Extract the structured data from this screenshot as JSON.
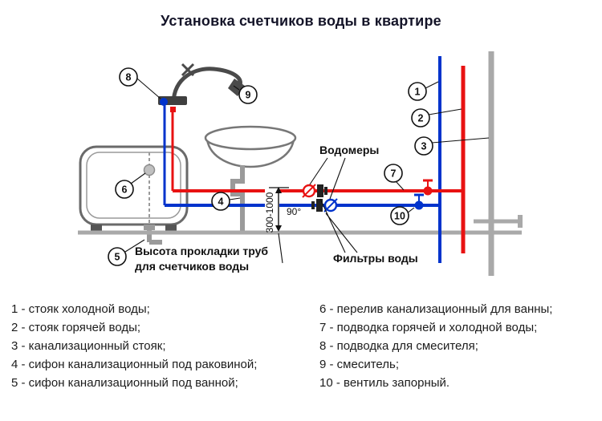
{
  "title": "Установка счетчиков воды в квартире",
  "diagram": {
    "labels": {
      "water_meters": "Водомеры",
      "water_filters": "Фильтры воды",
      "pipe_height_line1": "Высота прокладки труб",
      "pipe_height_line2": "для счетчиков воды",
      "dimension": "300-1000",
      "angle": "90°"
    },
    "callouts": [
      "1",
      "2",
      "3",
      "4",
      "5",
      "6",
      "7",
      "8",
      "9",
      "10"
    ]
  },
  "legend": {
    "left": [
      "1 - стояк холодной воды;",
      "2 - стояк горячей воды;",
      "3 - канализационный стояк;",
      "4 - сифон канализационный под раковиной;",
      "5 - сифон канализационный под ванной;"
    ],
    "right": [
      "6 - перелив канализационный для ванны;",
      "7 - подводка горячей и холодной воды;",
      "8 - подводка для смесителя;",
      "9 - смеситель;",
      "10 - вентиль запорный."
    ]
  },
  "colors": {
    "cold_water": "#0033cc",
    "hot_water": "#e81212",
    "sewer": "#a9a9a9"
  }
}
